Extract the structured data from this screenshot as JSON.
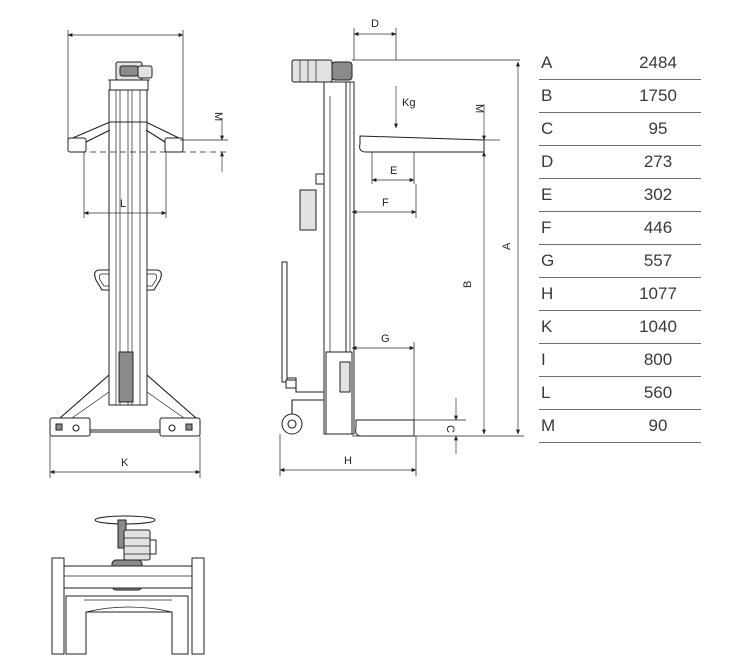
{
  "dimension_labels": {
    "K": "K",
    "L": "L",
    "M": "M",
    "D": "D",
    "Kg": "Kg",
    "E": "E",
    "F": "F",
    "G": "G",
    "H": "H",
    "B": "B",
    "A": "A",
    "C": "C"
  },
  "spec_table": {
    "rows": [
      {
        "key": "A",
        "value": "2484"
      },
      {
        "key": "B",
        "value": "1750"
      },
      {
        "key": "C",
        "value": "95"
      },
      {
        "key": "D",
        "value": "273"
      },
      {
        "key": "E",
        "value": "302"
      },
      {
        "key": "F",
        "value": "446"
      },
      {
        "key": "G",
        "value": "557"
      },
      {
        "key": "H",
        "value": "1077"
      },
      {
        "key": "K",
        "value": "1040"
      },
      {
        "key": "I",
        "value": "800"
      },
      {
        "key": "L",
        "value": "560"
      },
      {
        "key": "M",
        "value": "90"
      }
    ]
  }
}
